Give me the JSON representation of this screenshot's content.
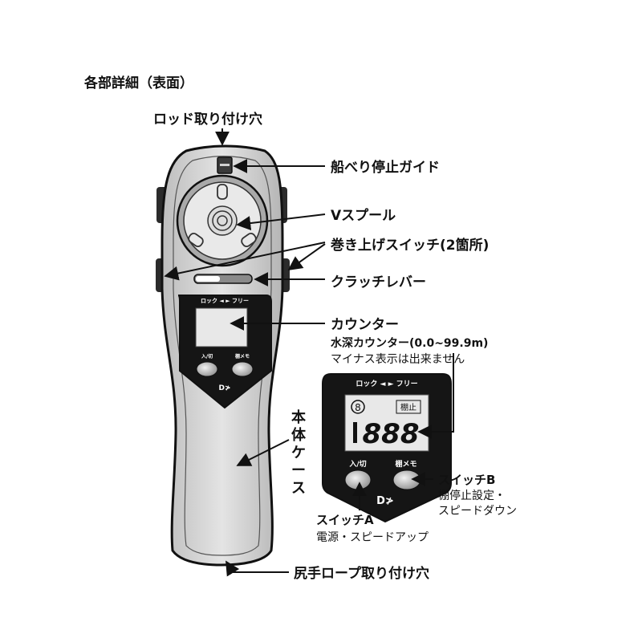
{
  "heading": "各部詳細（表面）",
  "labels": {
    "rod_hole": "ロッド取り付け穴",
    "stop_guide": "船べり停止ガイド",
    "v_spool": "Vスプール",
    "winding_switch": "巻き上げスイッチ(2箇所)",
    "clutch_lever": "クラッチレバー",
    "counter": "カウンター",
    "body_case": "本体ケース",
    "butt_rope_hole": "尻手ロープ取り付け穴"
  },
  "device": {
    "lock_free": "ロック ◄ ► フリー",
    "btn_left": "入/切",
    "btn_right": "棚メモ"
  },
  "detail": {
    "depth_title": "水深カウンター(0.0~99.9m)",
    "depth_note": "マイナス表示は出来ません",
    "lock_free": "ロック ◄ ► フリー",
    "lcd_mark": "8",
    "lcd_badge": "棚止",
    "lcd_digits": "888",
    "btn_left": "入/切",
    "btn_right": "棚メモ",
    "logo": "D≯",
    "switch_a_title": "スイッチA",
    "switch_a_desc": "電源・スピードアップ",
    "switch_b_title": "スイッチB",
    "switch_b_desc1": "棚停止設定・",
    "switch_b_desc2": "スピードダウン"
  }
}
